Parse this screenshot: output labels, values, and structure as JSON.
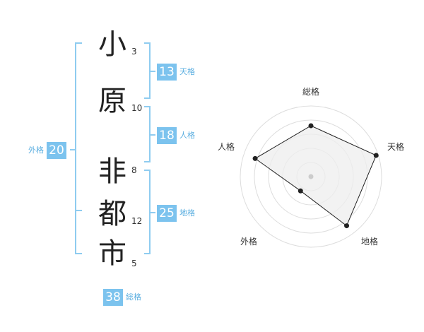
{
  "colors": {
    "accent": "#7cc3ee",
    "accent_text": "#5aaee0",
    "accent_line": "#8fccf0",
    "radar_fill": "#eeeeee",
    "radar_ring": "#dddddd",
    "radar_line": "#222222"
  },
  "name": {
    "chars": [
      {
        "char": "小",
        "strokes": "3"
      },
      {
        "char": "原",
        "strokes": "10"
      },
      {
        "char": "非",
        "strokes": "8"
      },
      {
        "char": "都",
        "strokes": "12"
      },
      {
        "char": "市",
        "strokes": "5"
      }
    ]
  },
  "fortunes": {
    "tenkaku": {
      "value": "13",
      "label": "天格"
    },
    "jinkaku": {
      "value": "18",
      "label": "人格"
    },
    "chikaku": {
      "value": "25",
      "label": "地格"
    },
    "gaikaku": {
      "value": "20",
      "label": "外格"
    },
    "soukaku": {
      "value": "38",
      "label": "総格"
    }
  },
  "chart_data": {
    "type": "radar",
    "categories": [
      "総格",
      "天格",
      "地格",
      "外格",
      "人格"
    ],
    "values": [
      0.72,
      0.97,
      0.86,
      0.25,
      0.83
    ],
    "range": [
      0,
      1
    ],
    "rings": 5
  }
}
